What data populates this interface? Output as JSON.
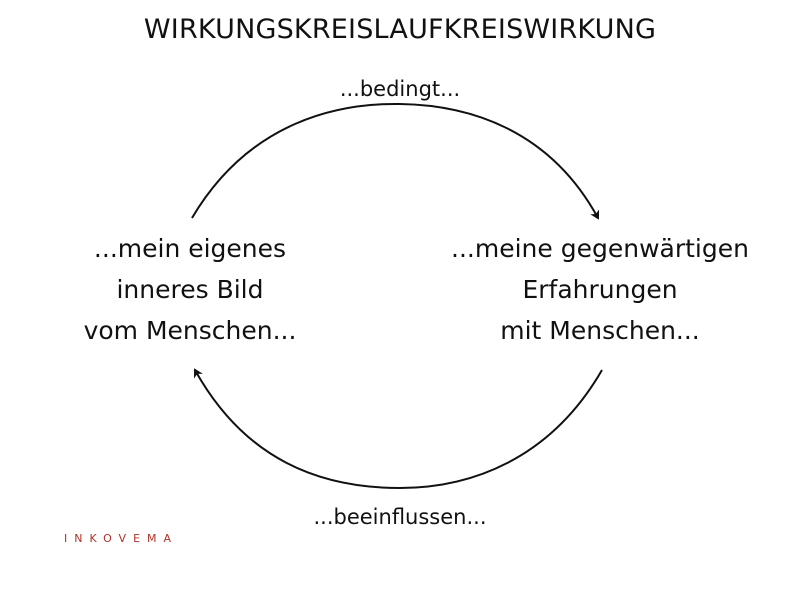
{
  "title": "WIRKUNGSKREISLAUFKREISWIRKUNG",
  "nodes": {
    "left": {
      "lines": [
        "...mein eigenes",
        "inneres Bild",
        "vom Menschen..."
      ]
    },
    "right": {
      "lines": [
        "...meine gegenwärtigen",
        "Erfahrungen",
        "mit Menschen..."
      ]
    }
  },
  "edges": {
    "top": {
      "label": "...bedingt..."
    },
    "bottom": {
      "label": "...beeinflussen..."
    }
  },
  "brand": {
    "text": "INKOVEMA",
    "color": "#b0322a"
  },
  "colors": {
    "text": "#111111",
    "arrow": "#111111"
  }
}
